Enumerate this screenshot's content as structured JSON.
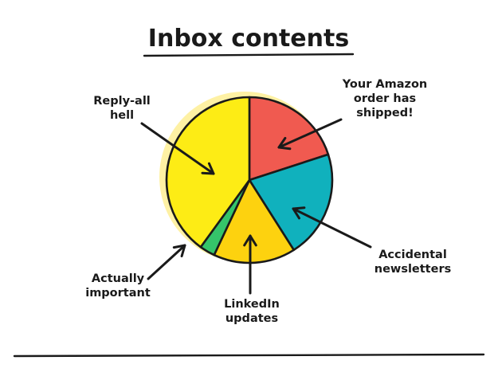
{
  "chart_data": {
    "type": "pie",
    "title": "Inbox contents",
    "slices": [
      {
        "label": "Your Amazon order has shipped!",
        "lines": [
          "Your Amazon",
          "order has",
          "shipped!"
        ],
        "value": 20,
        "color": "#f05a50"
      },
      {
        "label": "Accidental newsletters",
        "lines": [
          "Accidental",
          "newsletters"
        ],
        "value": 21,
        "color": "#10b1bd"
      },
      {
        "label": "LinkedIn updates",
        "lines": [
          "LinkedIn",
          "updates"
        ],
        "value": 16,
        "color": "#fdd20f"
      },
      {
        "label": "Actually important",
        "lines": [
          "Actually",
          "important"
        ],
        "value": 3,
        "color": "#35c46a"
      },
      {
        "label": "Reply-all hell",
        "lines": [
          "Reply-all",
          "hell"
        ],
        "value": 40,
        "color": "#fdec15"
      }
    ],
    "legend": "none",
    "grid": false
  },
  "colors": {
    "ink": "#1a1a1a",
    "background": "#ffffff",
    "halo": "#fde55a"
  }
}
